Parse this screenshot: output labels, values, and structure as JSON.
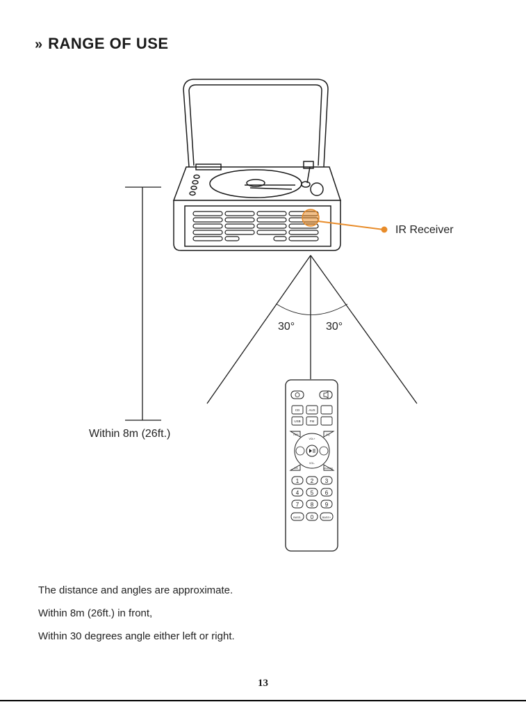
{
  "heading": {
    "chevron": "»",
    "title": "RANGE OF USE"
  },
  "diagram": {
    "ir_label": "IR Receiver",
    "angle_left": "30°",
    "angle_right": "30°",
    "distance_label": "Within 8m (26ft.)",
    "accent_color": "#e88c2a",
    "remote": {
      "row1": [
        "CD",
        "AUX"
      ],
      "row2": [
        "USB",
        "FM"
      ],
      "side_left_top": "REP",
      "side_right_top": "EQ",
      "center_top": "VOL+",
      "center_bottom": "VOL-",
      "side_left_bottom": "A-B",
      "side_right_bottom": "RANDOM",
      "numbers": [
        "1",
        "2",
        "3",
        "4",
        "5",
        "6",
        "7",
        "8",
        "9"
      ],
      "bottom_row": [
        "BASS-",
        "0",
        "BASS+"
      ]
    }
  },
  "notes": [
    "The distance and angles are approximate.",
    "Within 8m (26ft.) in front,",
    "Within 30 degrees angle either left or right."
  ],
  "page_number": "13"
}
